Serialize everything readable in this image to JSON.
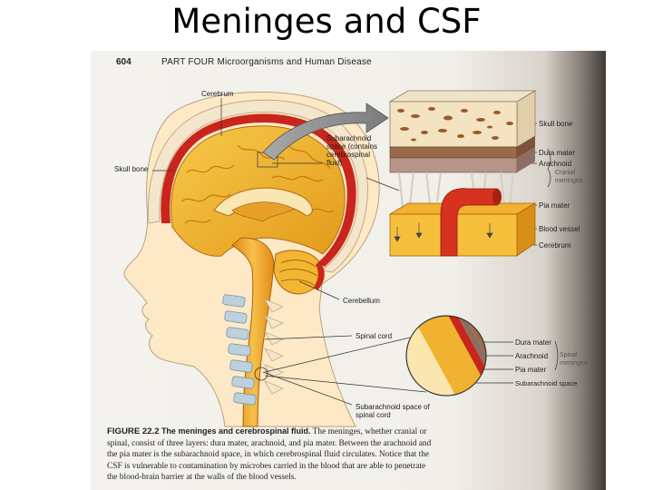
{
  "slide": {
    "title": "Meninges and CSF"
  },
  "book_header": {
    "page_number": "604",
    "part": "PART FOUR   Microorganisms and Human Disease"
  },
  "labels": {
    "cerebrum": "Cerebrum",
    "skull_bone_left": "Skull bone",
    "subarachnoid_space": "Subarachnoid space (contains cerebrospinal fluid)",
    "cerebellum": "Cerebellum",
    "spinal_cord": "Spinal cord",
    "subarachnoid_spinal": "Subarachnoid space of spinal cord",
    "skull_bone_right": "Skull bone",
    "dura_mater": "Dura mater",
    "arachnoid": "Arachnoid",
    "cranial_meninges": "Cranial meninges",
    "pia_mater": "Pia mater",
    "blood_vessel": "Blood vessel",
    "cerebrum_right": "Cerebrum",
    "dura_mater_spinal": "Dura mater",
    "arachnoid_spinal": "Arachnoid",
    "spinal_meninges": "Spinal meninges",
    "pia_mater_spinal": "Pia mater",
    "subarachnoid_space_spinal": "Subarachnoid space"
  },
  "caption": {
    "figure": "FIGURE 22.2",
    "title": "The meninges and cerebrospinal fluid.",
    "text": "The meninges, whether cranial or spinal, consist of three layers: dura mater, arachnoid, and pia mater. Between the arachnoid and the pia mater is the subarachnoid space, in which cerebrospinal fluid circulates. Notice that the CSF is vulnerable to contamination by microbes carried in the blood that are able to penetrate the blood-brain barrier at the walls of the blood vessels."
  },
  "colors": {
    "brain": "#f2b632",
    "brain_dark": "#d98a12",
    "meninges_red": "#c8261c",
    "skin": "#fde9c6",
    "bone": "#f3e6cc",
    "vertebra": "#bcd0de"
  }
}
